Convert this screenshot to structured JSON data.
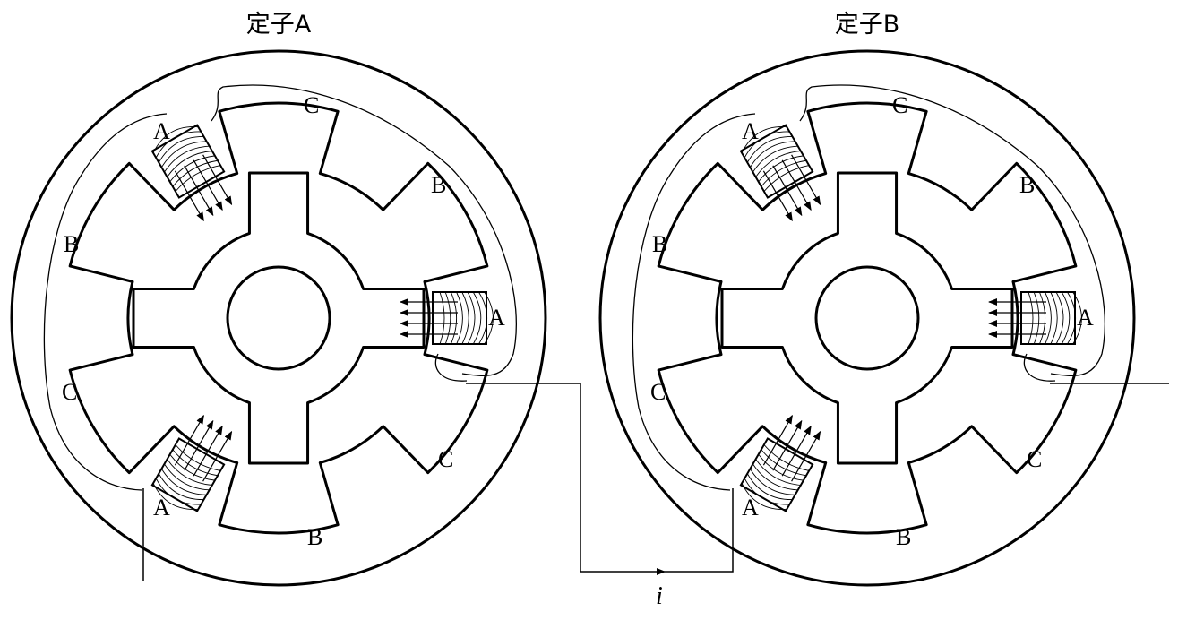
{
  "colors": {
    "ink": "#000000",
    "background": "#ffffff"
  },
  "stators": [
    {
      "title": "定子A",
      "labels": {
        "a_top": "A",
        "a_right": "A",
        "a_bottom": "A",
        "b_topright": "B",
        "b_left": "B",
        "b_bottom": "B",
        "c_top": "C",
        "c_left": "C",
        "c_right": "C"
      }
    },
    {
      "title": "定子B",
      "labels": {
        "a_top": "A",
        "a_right": "A",
        "a_bottom": "A",
        "b_topright": "B",
        "b_left": "B",
        "b_bottom": "B",
        "c_top": "C",
        "c_left": "C",
        "c_right": "C"
      }
    }
  ],
  "current_label": "i"
}
